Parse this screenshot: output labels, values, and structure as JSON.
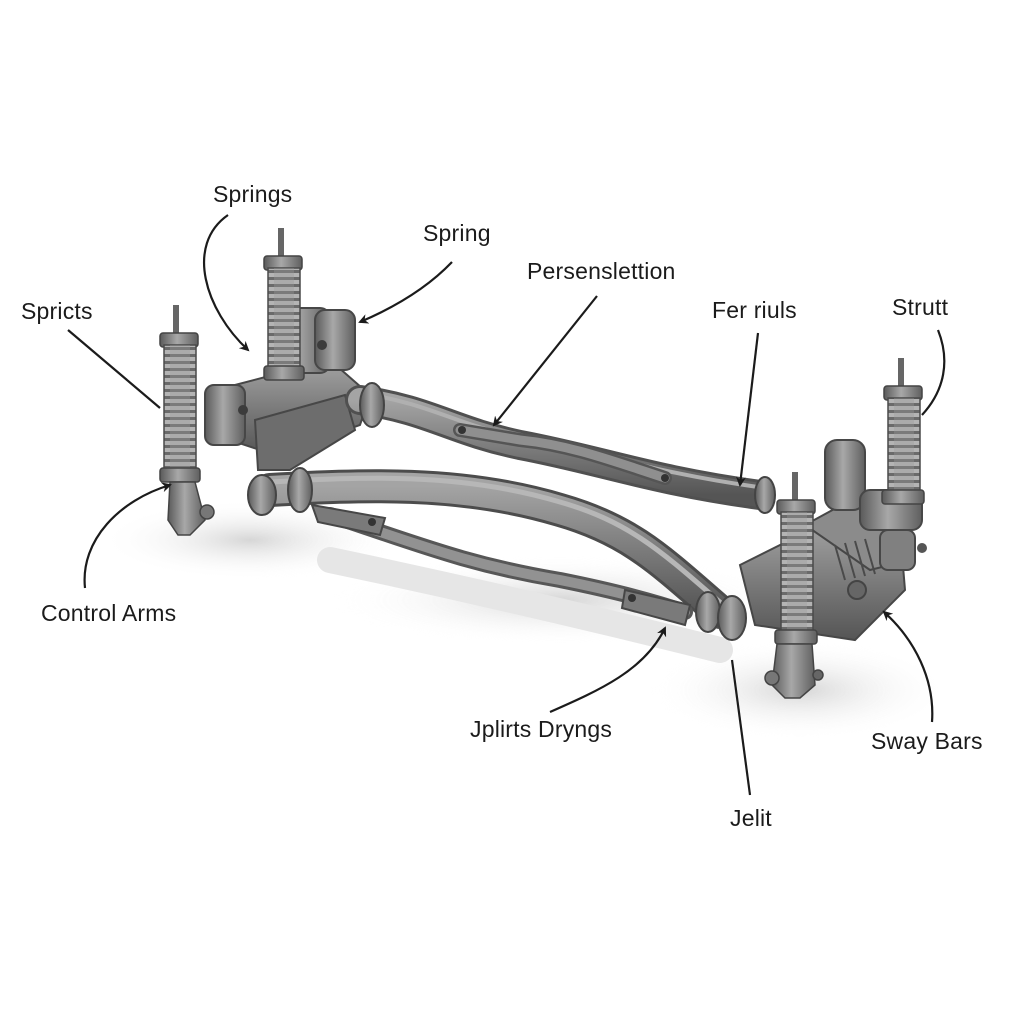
{
  "diagram": {
    "labels": {
      "springs": "Springs",
      "spring": "Spring",
      "spricts": "Spricts",
      "persenslettion": "Persenslettion",
      "fer_riuls": "Fer riuls",
      "strutt": "Strutt",
      "control_arms": "Control Arms",
      "jplirts_dryngs": "Jplirts Dryngs",
      "sway_bars": "Sway Bars",
      "jelit": "Jelit"
    },
    "colors": {
      "metal": "#7e7e7e",
      "metal_dark": "#4f4f4f",
      "metal_light": "#a9a9a9",
      "spring": "#8a8a8a",
      "shadow": "#d9d9d9",
      "leader_line": "#1b1b1b",
      "text": "#1b1b1b",
      "background": "#ffffff"
    }
  }
}
